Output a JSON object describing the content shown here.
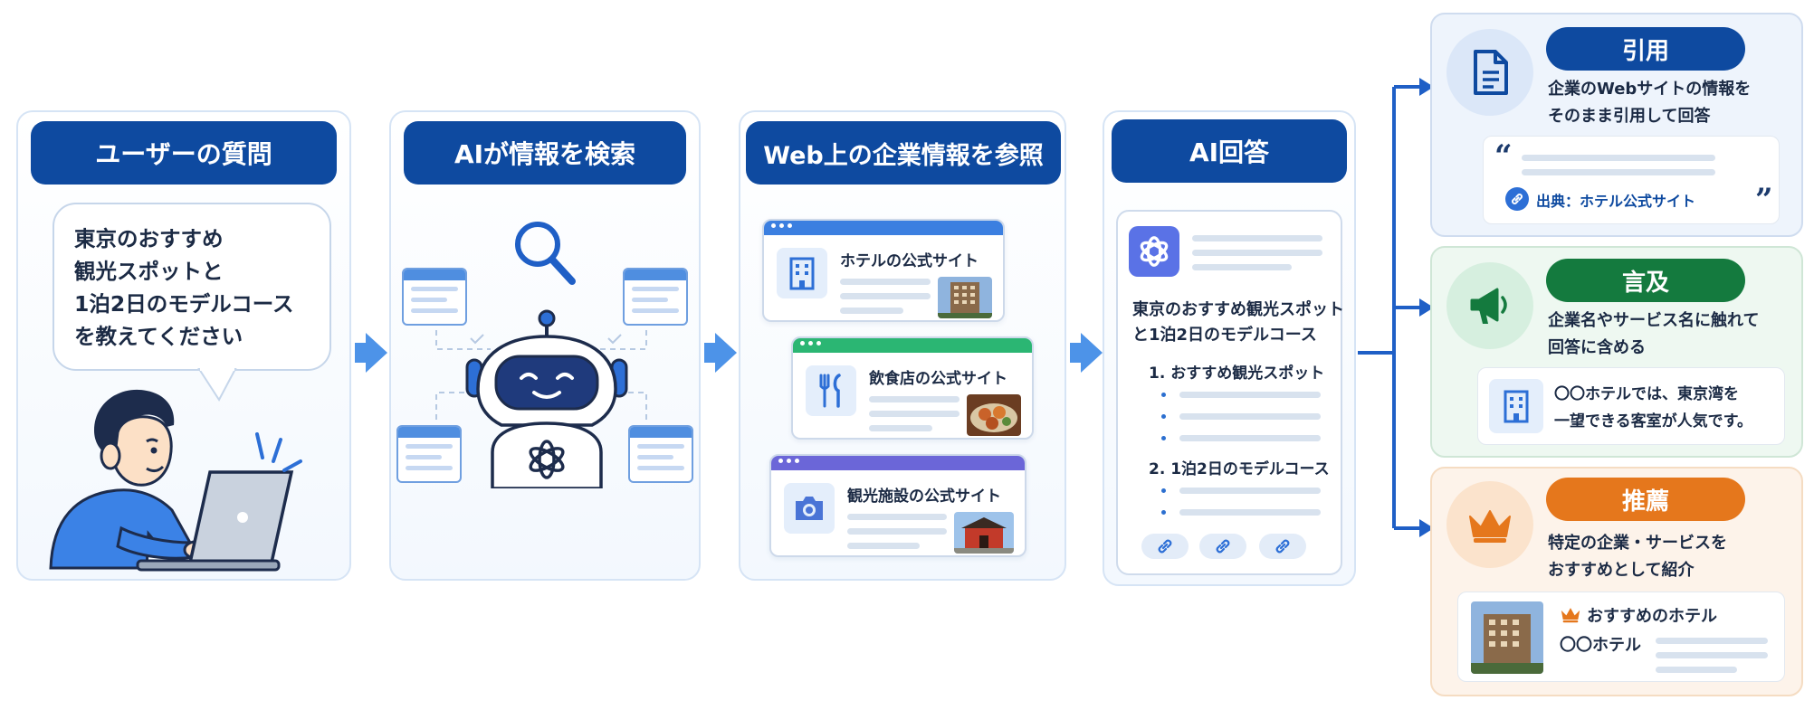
{
  "steps": [
    {
      "title": "ユーザーの質問"
    },
    {
      "title": "AIが情報を検索"
    },
    {
      "title": "Web上の企業情報を参照"
    },
    {
      "title": "AI回答"
    }
  ],
  "question": {
    "lines": [
      "東京のおすすめ",
      "観光スポットと",
      "1泊2日のモデルコース",
      "を教えてください"
    ]
  },
  "sites": [
    {
      "title": "ホテルの公式サイト",
      "icon": "building-icon",
      "color": "#3b7fe0"
    },
    {
      "title": "飲食店の公式サイト",
      "icon": "utensils-icon",
      "color": "#2bb673"
    },
    {
      "title": "観光施設の公式サイト",
      "icon": "camera-icon",
      "color": "#6b66d8"
    }
  ],
  "answer": {
    "heading_1": "東京のおすすめ観光スポット",
    "heading_2": "と1泊2日のモデルコース",
    "item_1": "1. おすすめ観光スポット",
    "item_2": "2. 1泊2日のモデルコース"
  },
  "outputs": {
    "citation": {
      "label": "引用",
      "desc_1": "企業のWebサイトの情報を",
      "desc_2": "そのまま引用して回答",
      "source": "出典：ホテル公式サイト",
      "color": "#0e4aa0"
    },
    "mention": {
      "label": "言及",
      "desc_1": "企業名やサービス名に触れて",
      "desc_2": "回答に含める",
      "example_1": "〇〇ホテルでは、東京湾を",
      "example_2": "一望できる客室が人気です。",
      "color": "#147a3e"
    },
    "recommendation": {
      "label": "推薦",
      "desc_1": "特定の企業・サービスを",
      "desc_2": "おすすめとして紹介",
      "card_title": "おすすめのホテル",
      "card_name": "〇〇ホテル",
      "color": "#e5771c"
    }
  }
}
